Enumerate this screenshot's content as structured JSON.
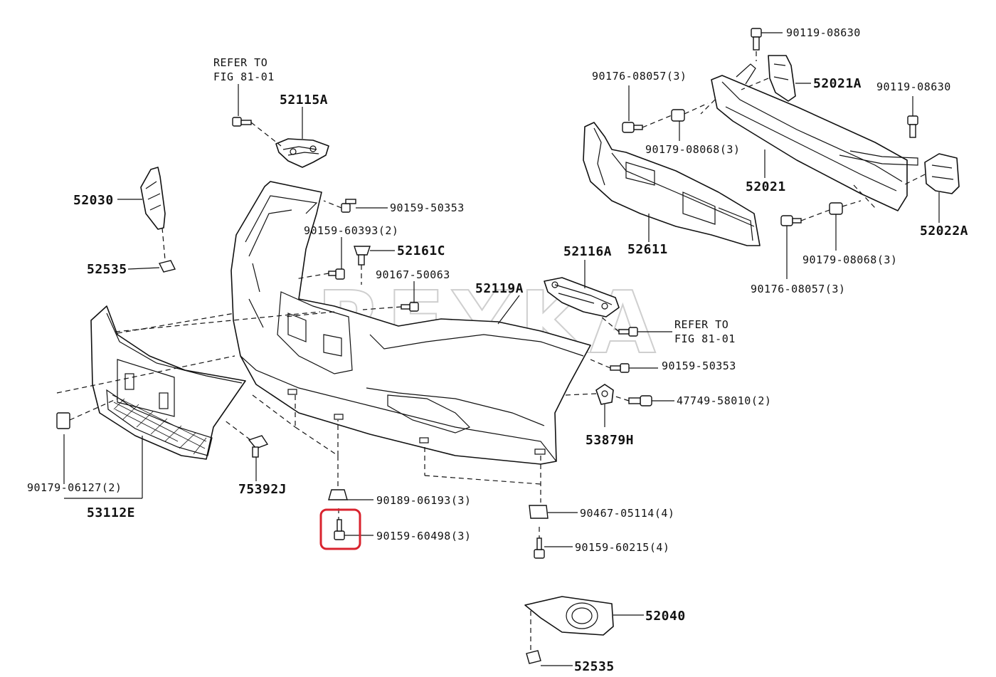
{
  "watermark": "REXKA",
  "highlight_color": "#d9232e",
  "callouts": [
    {
      "id": "refer_top_1",
      "text": "REFER TO",
      "style": "normal"
    },
    {
      "id": "refer_top_2",
      "text": "FIG 81-01",
      "style": "normal"
    },
    {
      "id": "p52115A",
      "text": "52115A",
      "style": "big"
    },
    {
      "id": "p52030",
      "text": "52030",
      "style": "big"
    },
    {
      "id": "p52535a",
      "text": "52535",
      "style": "big"
    },
    {
      "id": "p90159_50353a",
      "text": "90159-50353",
      "style": "normal"
    },
    {
      "id": "p90159_60393",
      "text": "90159-60393(2)",
      "style": "normal"
    },
    {
      "id": "p52161C",
      "text": "52161C",
      "style": "big"
    },
    {
      "id": "p90167_50063",
      "text": "90167-50063",
      "style": "normal"
    },
    {
      "id": "p52119A",
      "text": "52119A",
      "style": "big"
    },
    {
      "id": "p52116A",
      "text": "52116A",
      "style": "big"
    },
    {
      "id": "refer_mid_1",
      "text": "REFER TO",
      "style": "normal"
    },
    {
      "id": "refer_mid_2",
      "text": "FIG 81-01",
      "style": "normal"
    },
    {
      "id": "p90159_50353b",
      "text": "90159-50353",
      "style": "normal"
    },
    {
      "id": "p47749_58010",
      "text": "47749-58010(2)",
      "style": "normal"
    },
    {
      "id": "p53879H",
      "text": "53879H",
      "style": "big"
    },
    {
      "id": "p90179_06127",
      "text": "90179-06127(2)",
      "style": "normal"
    },
    {
      "id": "p53112E",
      "text": "53112E",
      "style": "big"
    },
    {
      "id": "p75392J",
      "text": "75392J",
      "style": "big"
    },
    {
      "id": "p90189_06193",
      "text": "90189-06193(3)",
      "style": "normal"
    },
    {
      "id": "p90159_60498",
      "text": "90159-60498(3)",
      "style": "normal"
    },
    {
      "id": "p90467_05114",
      "text": "90467-05114(4)",
      "style": "normal"
    },
    {
      "id": "p90159_60215",
      "text": "90159-60215(4)",
      "style": "normal"
    },
    {
      "id": "p52040",
      "text": "52040",
      "style": "big"
    },
    {
      "id": "p52535b",
      "text": "52535",
      "style": "big"
    },
    {
      "id": "p90119_08630a",
      "text": "90119-08630",
      "style": "normal"
    },
    {
      "id": "p90176_08057a",
      "text": "90176-08057(3)",
      "style": "normal"
    },
    {
      "id": "p52021A",
      "text": "52021A",
      "style": "big"
    },
    {
      "id": "p90119_08630b",
      "text": "90119-08630",
      "style": "normal"
    },
    {
      "id": "p90179_08068a",
      "text": "90179-08068(3)",
      "style": "normal"
    },
    {
      "id": "p52021",
      "text": "52021",
      "style": "big"
    },
    {
      "id": "p52611",
      "text": "52611",
      "style": "big"
    },
    {
      "id": "p52022A",
      "text": "52022A",
      "style": "big"
    },
    {
      "id": "p90179_08068b",
      "text": "90179-08068(3)",
      "style": "normal"
    },
    {
      "id": "p90176_08057b",
      "text": "90176-08057(3)",
      "style": "normal"
    }
  ]
}
